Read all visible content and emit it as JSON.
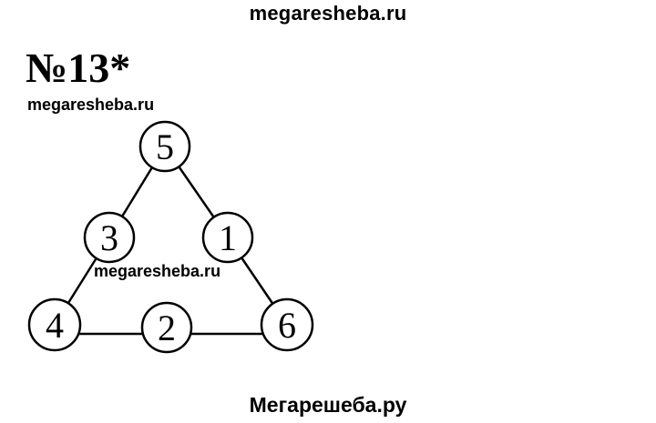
{
  "watermark_top": "megaresheba.ru",
  "title": "№13*",
  "watermark_small_1": "megaresheba.ru",
  "watermark_small_2": "megaresheba.ru",
  "watermark_bottom": "Мегарешеба.ру",
  "diagram": {
    "nodes": [
      {
        "id": "top",
        "label": "5"
      },
      {
        "id": "left-mid",
        "label": "3"
      },
      {
        "id": "right-mid",
        "label": "1"
      },
      {
        "id": "bottom-left",
        "label": "4"
      },
      {
        "id": "bottom-mid",
        "label": "2"
      },
      {
        "id": "bottom-right",
        "label": "6"
      }
    ],
    "edges": [
      [
        "top",
        "left-mid"
      ],
      [
        "top",
        "right-mid"
      ],
      [
        "left-mid",
        "bottom-left"
      ],
      [
        "right-mid",
        "bottom-right"
      ],
      [
        "bottom-left",
        "bottom-mid"
      ],
      [
        "bottom-mid",
        "bottom-right"
      ]
    ]
  }
}
